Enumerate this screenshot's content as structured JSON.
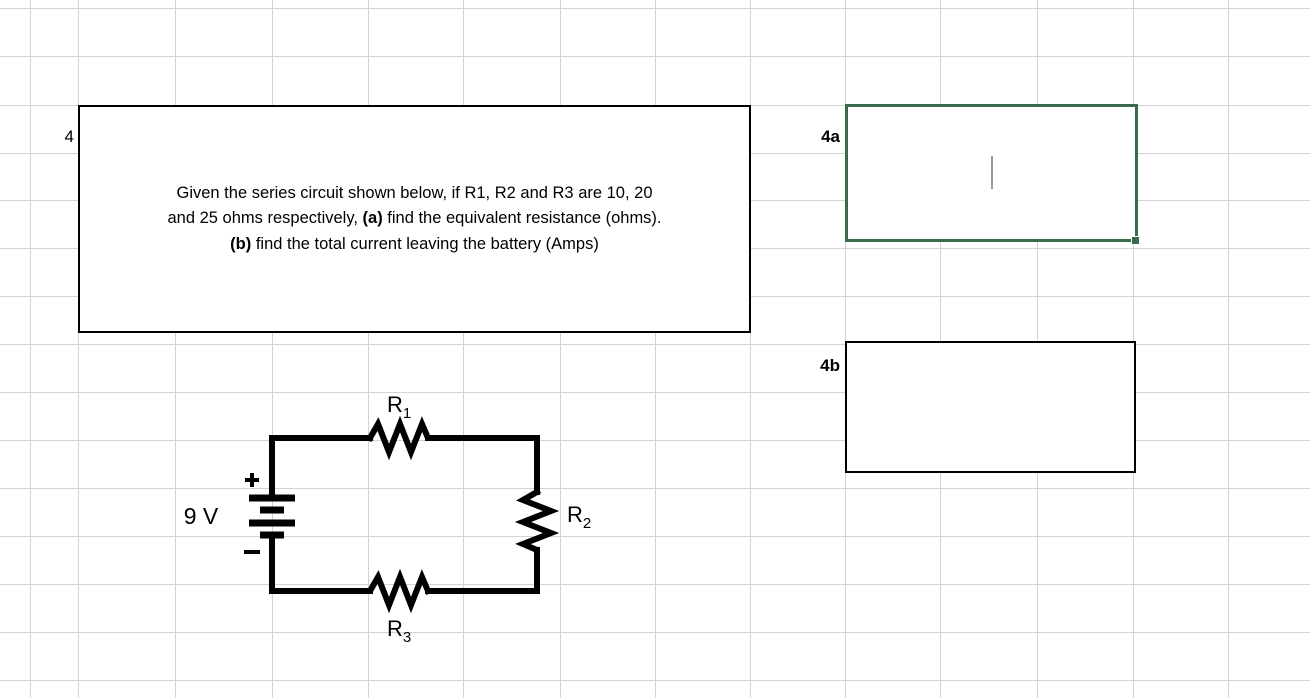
{
  "app": {
    "type": "spreadsheet",
    "background_color": "#ffffff",
    "gridline_color": "#d3d3d3"
  },
  "grid": {
    "column_x": [
      30,
      78,
      175,
      272,
      368,
      463,
      560,
      655,
      750,
      845,
      940,
      1037,
      1133,
      1228
    ],
    "row_y": [
      8,
      56,
      105,
      153,
      200,
      248,
      296,
      344,
      392,
      440,
      488,
      536,
      584,
      632,
      680
    ]
  },
  "labels": {
    "question_number": "4",
    "answer_a_label": "4a",
    "answer_b_label": "4b"
  },
  "question": {
    "line1_a": "Given the series circuit shown below, if R1, R2 and R3 are 10, 20",
    "line2_a": "and 25 ohms respectively, ",
    "line2_bold": "(a)",
    "line2_b": " find the equivalent resistance (ohms).",
    "line3_bold": "(b)",
    "line3_b": " find the total current leaving the battery (Amps)"
  },
  "answers": {
    "a": {
      "value": "",
      "placeholder": "",
      "selected": true,
      "selection_color": "#3a6b4a",
      "caret_color": "#9a9a9a"
    },
    "b": {
      "value": "",
      "placeholder": "",
      "selected": false,
      "border_color": "#000000"
    }
  },
  "circuit": {
    "type": "series-dc-circuit",
    "stroke_color": "#000000",
    "battery": {
      "label": "9 V",
      "plus_sign": "+",
      "minus_sign": "−",
      "cells": 2
    },
    "resistors": [
      {
        "id": "R1",
        "label_base": "R",
        "label_sub": "1",
        "position": "top",
        "value_ohms": 10
      },
      {
        "id": "R2",
        "label_base": "R",
        "label_sub": "2",
        "position": "right",
        "value_ohms": 20
      },
      {
        "id": "R3",
        "label_base": "R",
        "label_sub": "3",
        "position": "bottom",
        "value_ohms": 25
      }
    ]
  }
}
